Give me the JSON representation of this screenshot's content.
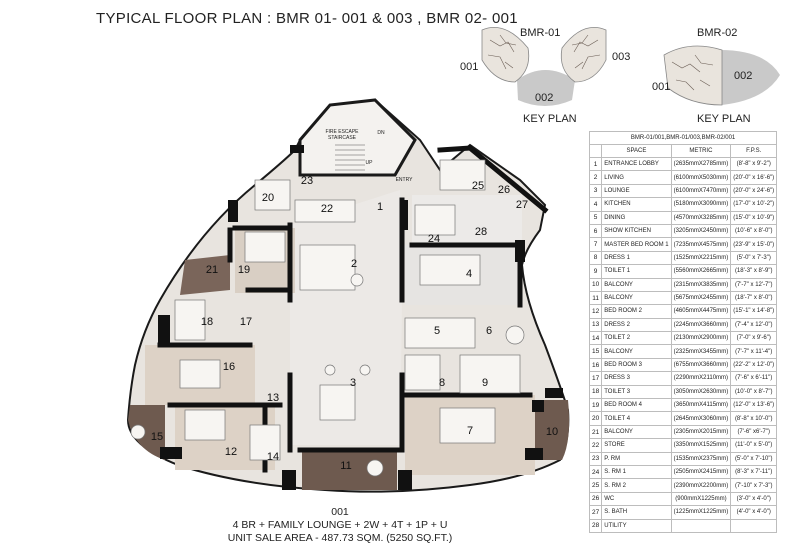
{
  "title": "TYPICAL FLOOR PLAN : BMR 01- 001 & 003 , BMR 02- 001",
  "key_plans": {
    "left": {
      "tower": "BMR-01",
      "left_unit": "001",
      "right_unit": "003",
      "center_unit": "002",
      "caption": "KEY PLAN"
    },
    "right": {
      "tower": "BMR-02",
      "left_unit": "001",
      "right_unit": "002",
      "caption": "KEY PLAN"
    }
  },
  "plan_notes": {
    "fire_escape": "FIRE ESCAPE",
    "staircase": "STAIRCASE",
    "dn": "DN",
    "up": "UP",
    "entry": "ENTRY"
  },
  "room_labels": [
    "1",
    "2",
    "3",
    "4",
    "5",
    "6",
    "7",
    "8",
    "9",
    "10",
    "11",
    "12",
    "13",
    "14",
    "15",
    "16",
    "17",
    "18",
    "19",
    "20",
    "21",
    "22",
    "23",
    "24",
    "25",
    "26",
    "27",
    "28"
  ],
  "unit_caption": {
    "unit": "001",
    "config": "4 BR + FAMILY LOUNGE + 2W + 4T + 1P + U",
    "area": "UNIT SALE AREA - 487.73 SQM. (5250 SQ.FT.)"
  },
  "schedule": {
    "title": "BMR-01/001,BMR-01/003,BMR-02/001",
    "headers": [
      "",
      "SPACE",
      "METRIC",
      "F.P.S."
    ],
    "rows": [
      [
        "1",
        "ENTRANCE LOBBY",
        "(2635mmX2785mm)",
        "(8'-8\" x 9'-2\")"
      ],
      [
        "2",
        "LIVING",
        "(6100mmX5030mm)",
        "(20'-0\" x 16'-6\")"
      ],
      [
        "3",
        "LOUNGE",
        "(6100mmX7470mm)",
        "(20'-0\" x 24'-6\")"
      ],
      [
        "4",
        "KITCHEN",
        "(5180mmX3090mm)",
        "(17'-0\" x 10'-2\")"
      ],
      [
        "5",
        "DINING",
        "(4570mmX3285mm)",
        "(15'-0\" x 10'-9\")"
      ],
      [
        "6",
        "SHOW KITCHEN",
        "(3205mmX2450mm)",
        "(10'-6\" x 8'-0\")"
      ],
      [
        "7",
        "MASTER BED ROOM 1",
        "(7235mmX4575mm)",
        "(23'-9\" x 15'-0\")"
      ],
      [
        "8",
        "DRESS 1",
        "(1525mmX2215mm)",
        "(5'-0\" x 7'-3\")"
      ],
      [
        "9",
        "TOILET 1",
        "(5560mmX2665mm)",
        "(18'-3\" x 8'-9\")"
      ],
      [
        "10",
        "BALCONY",
        "(2315mmX3835mm)",
        "(7'-7\" x 12'-7\")"
      ],
      [
        "11",
        "BALCONY",
        "(5675mmX2455mm)",
        "(18'-7\" x 8'-0\")"
      ],
      [
        "12",
        "BED ROOM 2",
        "(4605mmX4475mm)",
        "(15'-1\" x 14'-8\")"
      ],
      [
        "13",
        "DRESS 2",
        "(2245mmX3660mm)",
        "(7'-4\" x 12'-0\")"
      ],
      [
        "14",
        "TOILET 2",
        "(2130mmX2900mm)",
        "(7'-0\" x 9'-6\")"
      ],
      [
        "15",
        "BALCONY",
        "(2325mmX3455mm)",
        "(7'-7\" x 11'-4\")"
      ],
      [
        "16",
        "BED ROOM 3",
        "(6755mmX3660mm)",
        "(22'-2\" x 12'-0\")"
      ],
      [
        "17",
        "DRESS 3",
        "(2290mmX2110mm)",
        "(7'-6\" x 6'-11\")"
      ],
      [
        "18",
        "TOILET 3",
        "(3050mmX2630mm)",
        "(10'-0\" x 8'-7\")"
      ],
      [
        "19",
        "BED ROOM 4",
        "(3650mmX4115mm)",
        "(12'-0\" x 13'-6\")"
      ],
      [
        "20",
        "TOILET 4",
        "(2645mmX3060mm)",
        "(8'-8\" x 10'-0\")"
      ],
      [
        "21",
        "BALCONY",
        "(2305mmX2015mm)",
        "(7'-6\" x6'-7\")"
      ],
      [
        "22",
        "STORE",
        "(3350mmX1525mm)",
        "(11'-0\" x 5'-0\")"
      ],
      [
        "23",
        "P. RM",
        "(1535mmX2375mm)",
        "(5'-0\" x 7'-10\")"
      ],
      [
        "24",
        "S. RM 1",
        "(2505mmX2415mm)",
        "(8'-3\" x 7'-11\")"
      ],
      [
        "25",
        "S. RM 2",
        "(2390mmX2200mm)",
        "(7'-10\" x 7'-3\")"
      ],
      [
        "26",
        "WC",
        "(900mmX1225mm)",
        "(3'-0\" x 4'-0\")"
      ],
      [
        "27",
        "S. BATH",
        "(1225mmX1225mm)",
        "(4'-0\" x 4'-0\")"
      ],
      [
        "28",
        "UTILITY",
        "",
        ""
      ]
    ]
  }
}
